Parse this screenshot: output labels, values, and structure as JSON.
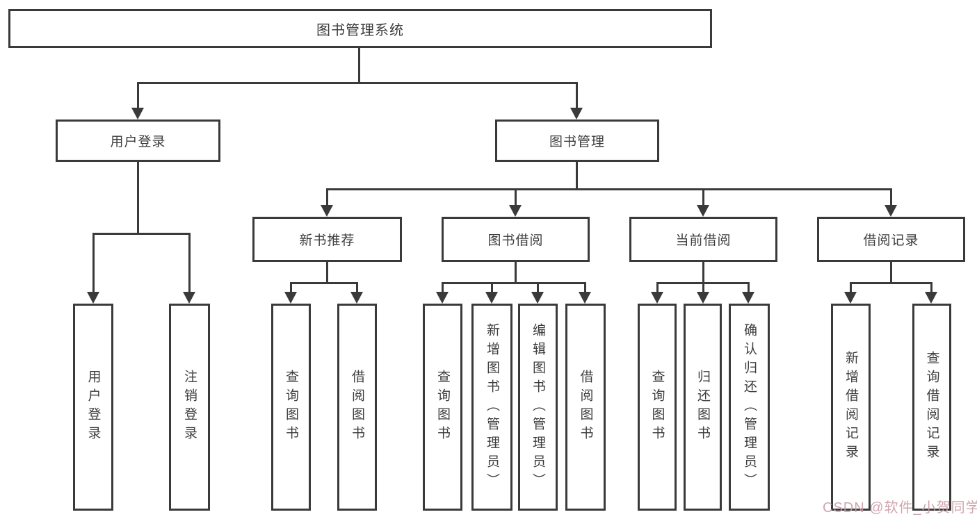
{
  "diagram": {
    "root": {
      "label": "图书管理系统"
    },
    "branches": [
      {
        "label": "用户登录",
        "children": [
          "用户登录",
          "注销登录"
        ]
      },
      {
        "label": "图书管理",
        "groups": [
          {
            "label": "新书推荐",
            "children": [
              "查询图书",
              "借阅图书"
            ]
          },
          {
            "label": "图书借阅",
            "children": [
              "查询图书",
              "新增图书（管理员）",
              "编辑图书（管理员）",
              "借阅图书"
            ]
          },
          {
            "label": "当前借阅",
            "children": [
              "查询图书",
              "归还图书",
              "确认归还（管理员）"
            ]
          },
          {
            "label": "借阅记录",
            "children": [
              "新增借阅记录",
              "查询借阅记录"
            ]
          }
        ]
      }
    ],
    "watermark": "CSDN @软件_小贺同学",
    "colors": {
      "line": "#3a3a3a",
      "text": "#3d3d3d",
      "background": "#ffffff",
      "watermark": "#cb9ba7"
    }
  }
}
